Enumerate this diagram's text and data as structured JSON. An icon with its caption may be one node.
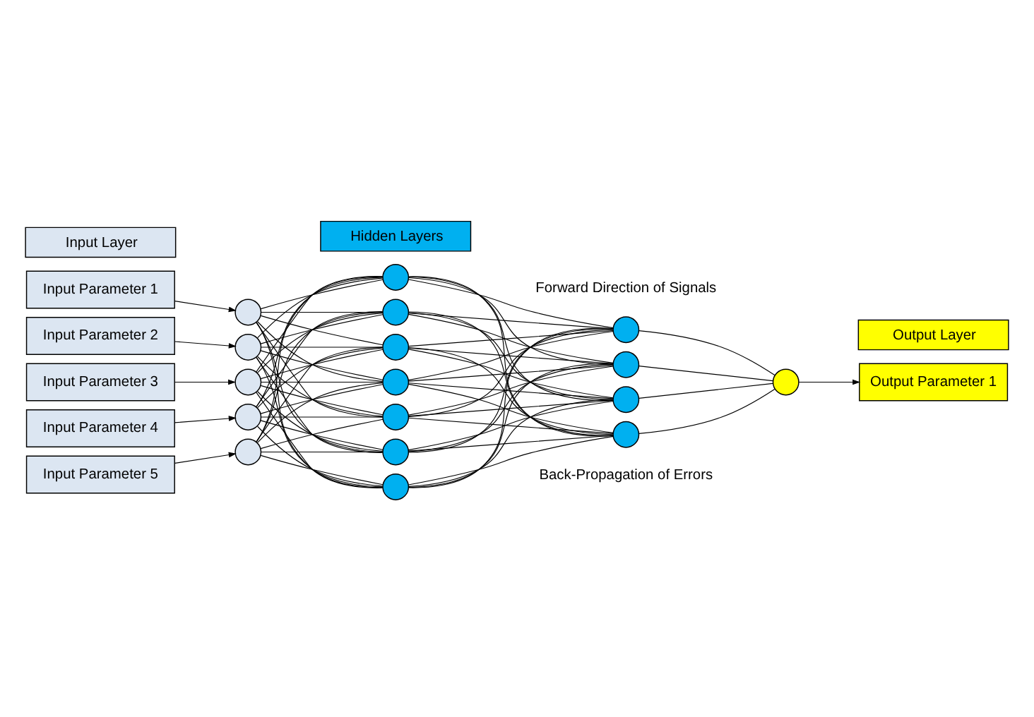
{
  "diagram": {
    "nodes": [
      {
        "text": [
          "Input Parameter 1"
        ]
      },
      {
        "text": [
          "Input Parameter 2"
        ]
      },
      {
        "text": [
          "Input Parameter 3"
        ]
      },
      {
        "text": [
          "Input Parameter 4"
        ]
      },
      {
        "text": [
          "Input Parameter 5"
        ]
      },
      {
        "text": [],
        "shape": "circle"
      },
      {
        "text": [],
        "shape": "circle"
      },
      {
        "text": [],
        "shape": "circle"
      },
      {
        "text": [],
        "shape": "circle"
      },
      {
        "text": [],
        "shape": "circle"
      },
      {
        "text": [],
        "shape": "circle"
      },
      {
        "text": [],
        "shape": "circle"
      },
      {
        "text": [],
        "shape": "circle"
      },
      {
        "text": [],
        "shape": "circle"
      },
      {
        "text": [],
        "shape": "circle"
      },
      {
        "text": [],
        "shape": "circle"
      },
      {
        "text": [],
        "shape": "circle"
      },
      {
        "text": [],
        "shape": "circle"
      },
      {
        "text": [],
        "shape": "circle"
      },
      {
        "text": [],
        "shape": "circle"
      },
      {
        "text": [],
        "shape": "circle"
      },
      {
        "text": [],
        "shape": "circle"
      },
      {
        "text": [
          "Output Parameter 1"
        ]
      }
    ],
    "edges": [
      {
        "from": 0,
        "to": 5,
        "arrow": "to"
      },
      {
        "from": 1,
        "to": 6,
        "arrow": "to"
      },
      {
        "from": 2,
        "to": 7,
        "arrow": "to"
      },
      {
        "from": 3,
        "to": 8,
        "arrow": "to"
      },
      {
        "from": 4,
        "to": 9,
        "arrow": "to"
      },
      {
        "from": 5,
        "to": 10,
        "arrow": "none"
      },
      {
        "from": 5,
        "to": 11,
        "arrow": "none"
      },
      {
        "from": 5,
        "to": 12,
        "arrow": "none"
      },
      {
        "from": 5,
        "to": 13,
        "arrow": "none"
      },
      {
        "from": 5,
        "to": 14,
        "arrow": "none"
      },
      {
        "from": 5,
        "to": 15,
        "arrow": "none"
      },
      {
        "from": 5,
        "to": 16,
        "arrow": "none"
      },
      {
        "from": 6,
        "to": 10,
        "arrow": "none"
      },
      {
        "from": 6,
        "to": 11,
        "arrow": "none"
      },
      {
        "from": 6,
        "to": 12,
        "arrow": "none"
      },
      {
        "from": 6,
        "to": 13,
        "arrow": "none"
      },
      {
        "from": 6,
        "to": 14,
        "arrow": "none"
      },
      {
        "from": 6,
        "to": 15,
        "arrow": "none"
      },
      {
        "from": 6,
        "to": 16,
        "arrow": "none"
      },
      {
        "from": 7,
        "to": 10,
        "arrow": "none"
      },
      {
        "from": 7,
        "to": 11,
        "arrow": "none"
      },
      {
        "from": 7,
        "to": 12,
        "arrow": "none"
      },
      {
        "from": 7,
        "to": 13,
        "arrow": "none"
      },
      {
        "from": 7,
        "to": 14,
        "arrow": "none"
      },
      {
        "from": 7,
        "to": 15,
        "arrow": "none"
      },
      {
        "from": 7,
        "to": 16,
        "arrow": "none"
      },
      {
        "from": 8,
        "to": 10,
        "arrow": "none"
      },
      {
        "from": 8,
        "to": 11,
        "arrow": "none"
      },
      {
        "from": 8,
        "to": 12,
        "arrow": "none"
      },
      {
        "from": 8,
        "to": 13,
        "arrow": "none"
      },
      {
        "from": 8,
        "to": 14,
        "arrow": "none"
      },
      {
        "from": 8,
        "to": 15,
        "arrow": "none"
      },
      {
        "from": 8,
        "to": 16,
        "arrow": "none"
      },
      {
        "from": 9,
        "to": 10,
        "arrow": "none"
      },
      {
        "from": 9,
        "to": 11,
        "arrow": "none"
      },
      {
        "from": 9,
        "to": 12,
        "arrow": "none"
      },
      {
        "from": 9,
        "to": 13,
        "arrow": "none"
      },
      {
        "from": 9,
        "to": 14,
        "arrow": "none"
      },
      {
        "from": 9,
        "to": 15,
        "arrow": "none"
      },
      {
        "from": 9,
        "to": 16,
        "arrow": "none"
      },
      {
        "from": 10,
        "to": 17,
        "arrow": "none"
      },
      {
        "from": 10,
        "to": 18,
        "arrow": "none"
      },
      {
        "from": 10,
        "to": 19,
        "arrow": "none"
      },
      {
        "from": 10,
        "to": 20,
        "arrow": "none"
      },
      {
        "from": 11,
        "to": 17,
        "arrow": "none"
      },
      {
        "from": 11,
        "to": 18,
        "arrow": "none"
      },
      {
        "from": 11,
        "to": 19,
        "arrow": "none"
      },
      {
        "from": 11,
        "to": 20,
        "arrow": "none"
      },
      {
        "from": 12,
        "to": 17,
        "arrow": "none"
      },
      {
        "from": 12,
        "to": 18,
        "arrow": "none"
      },
      {
        "from": 12,
        "to": 19,
        "arrow": "none"
      },
      {
        "from": 12,
        "to": 20,
        "arrow": "none"
      },
      {
        "from": 13,
        "to": 17,
        "arrow": "none"
      },
      {
        "from": 13,
        "to": 18,
        "arrow": "none"
      },
      {
        "from": 13,
        "to": 19,
        "arrow": "none"
      },
      {
        "from": 13,
        "to": 20,
        "arrow": "none"
      },
      {
        "from": 14,
        "to": 17,
        "arrow": "none"
      },
      {
        "from": 14,
        "to": 18,
        "arrow": "none"
      },
      {
        "from": 14,
        "to": 19,
        "arrow": "none"
      },
      {
        "from": 14,
        "to": 20,
        "arrow": "none"
      },
      {
        "from": 15,
        "to": 17,
        "arrow": "none"
      },
      {
        "from": 15,
        "to": 18,
        "arrow": "none"
      },
      {
        "from": 15,
        "to": 19,
        "arrow": "none"
      },
      {
        "from": 15,
        "to": 20,
        "arrow": "none"
      },
      {
        "from": 16,
        "to": 17,
        "arrow": "none"
      },
      {
        "from": 16,
        "to": 18,
        "arrow": "none"
      },
      {
        "from": 16,
        "to": 19,
        "arrow": "none"
      },
      {
        "from": 16,
        "to": 20,
        "arrow": "none"
      },
      {
        "from": 17,
        "to": 21,
        "arrow": "none"
      },
      {
        "from": 18,
        "to": 21,
        "arrow": "none"
      },
      {
        "from": 19,
        "to": 21,
        "arrow": "none"
      },
      {
        "from": 20,
        "to": 21,
        "arrow": "none"
      },
      {
        "from": 21,
        "to": 22,
        "arrow": "to"
      }
    ],
    "labels": [
      "Forward Direction of Signals",
      "Back-Propagation of Errors"
    ],
    "legend": [
      {
        "text": "Input Layer",
        "color": "#dce6f2"
      },
      {
        "text": "Hidden Layers",
        "color": "#00b0f0"
      },
      {
        "text": "Output Layer",
        "color": "#ffff00"
      }
    ]
  }
}
